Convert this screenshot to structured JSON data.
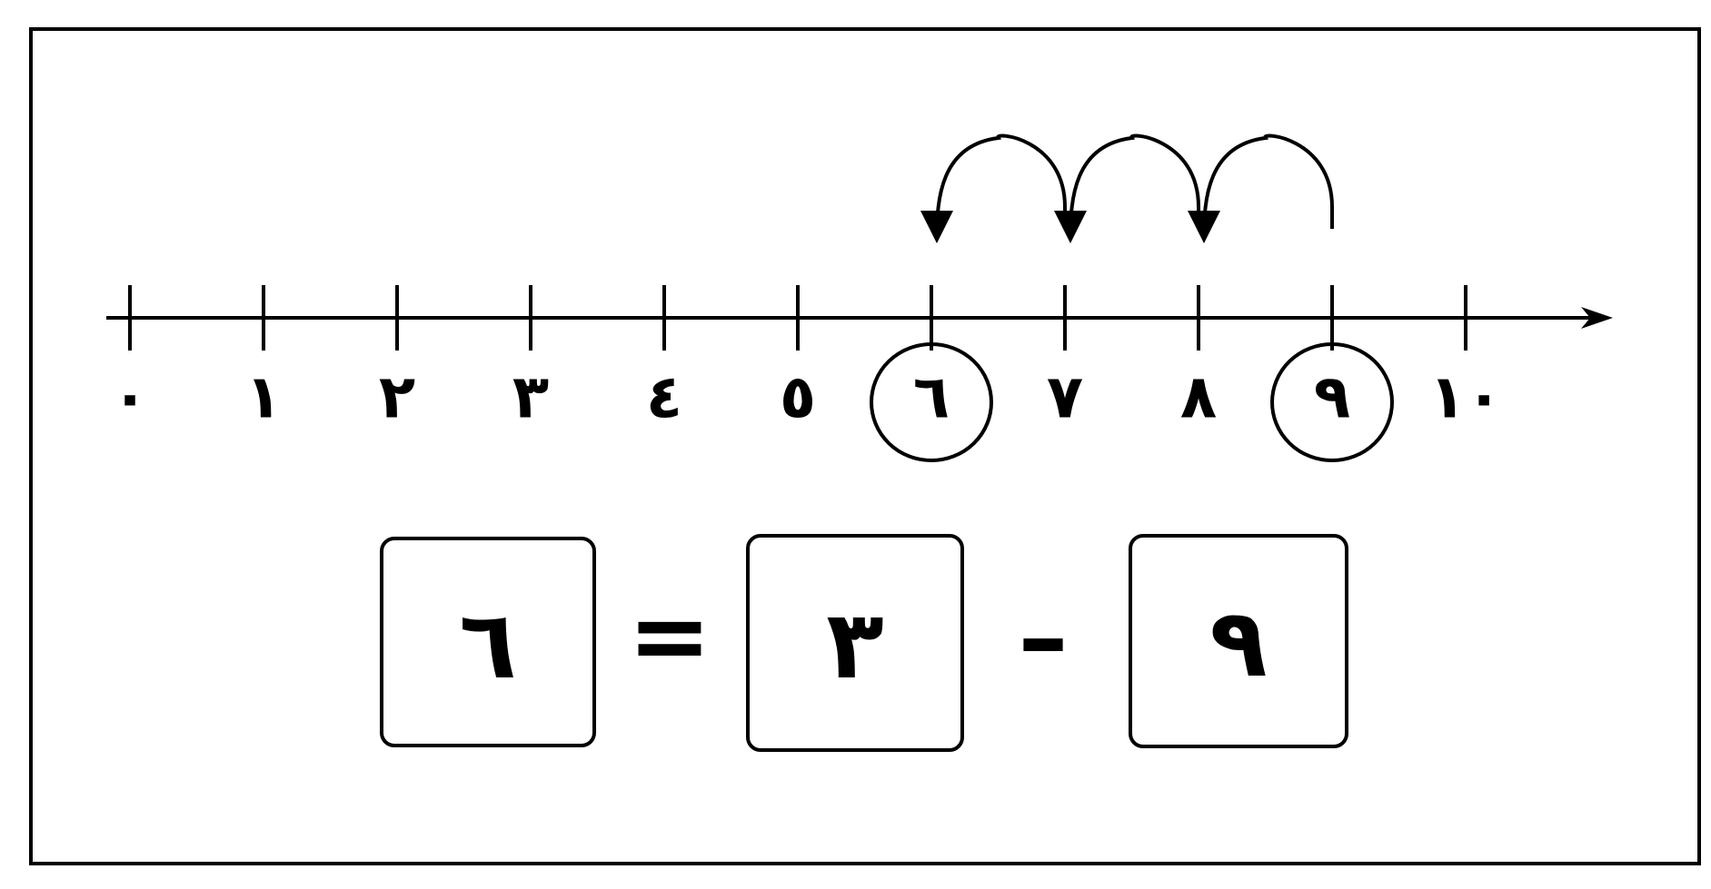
{
  "number_line": {
    "labels": [
      "٠",
      "١",
      "٢",
      "٣",
      "٤",
      "٥",
      "٦",
      "٧",
      "٨",
      "٩",
      "١٠"
    ],
    "start_value": 9,
    "end_value": 6,
    "hops": 3,
    "circled_values": [
      6,
      9
    ]
  },
  "equation": {
    "minuend": "٩",
    "minus_sign": "–",
    "subtrahend": "٣",
    "equals_sign": "=",
    "result": "٦"
  }
}
